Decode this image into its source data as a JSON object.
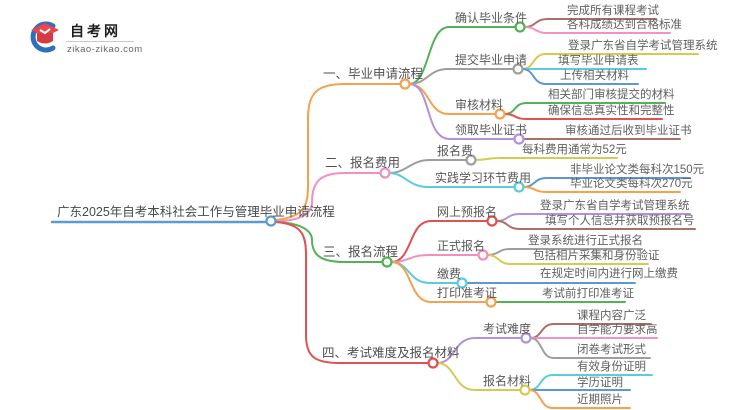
{
  "logo": {
    "title": "自考网",
    "domain": "zikao-zikao.com"
  },
  "root": {
    "label": "广东2025年自考本科社会工作与管理毕业申请流程",
    "color": "#5B9BD5"
  },
  "palette": {
    "orange": "#F5A14D",
    "pink": "#F08FC0",
    "green": "#53B156",
    "red": "#E05252",
    "gray": "#9E9E9E",
    "cyan": "#5BCBDE",
    "yellow": "#D3CC52",
    "purple": "#B292D8",
    "brown": "#AC6F66",
    "blue": "#5E97D8"
  },
  "branches": [
    {
      "label": "一、毕业申请流程",
      "color": "#F5A14D",
      "children": [
        {
          "label": "确认毕业条件",
          "color": "#53B156",
          "children": [
            {
              "label": "完成所有课程考试",
              "color": "#AC6F66"
            },
            {
              "label": "各科成绩达到合格标准",
              "color": "#F291C2"
            }
          ]
        },
        {
          "label": "提交毕业申请",
          "color": "#9E9E9E",
          "children": [
            {
              "label": "登录广东省自学考试管理系统",
              "color": "#D3CC52"
            },
            {
              "label": "填写毕业申请表",
              "color": "#5BCBDE"
            },
            {
              "label": "上传相关材料",
              "color": "#5E97D8"
            }
          ]
        },
        {
          "label": "审核材料",
          "color": "#F5A14D",
          "children": [
            {
              "label": "相关部门审核提交的材料",
              "color": "#53B156"
            },
            {
              "label": "确保信息真实性和完整性",
              "color": "#E05252"
            }
          ]
        },
        {
          "label": "领取毕业证书",
          "color": "#B292D8",
          "children": [
            {
              "label": "审核通过后收到毕业证书",
              "color": "#AC6F66"
            }
          ]
        }
      ]
    },
    {
      "label": "二、报名费用",
      "color": "#F08FC0",
      "children": [
        {
          "label": "报名费",
          "color": "#9E9E9E",
          "children": [
            {
              "label": "每科费用通常为52元",
              "color": "#D3CC52"
            }
          ]
        },
        {
          "label": "实践学习环节费用",
          "color": "#5BCBDE",
          "children": [
            {
              "label": "非毕业论文类每科次150元",
              "color": "#5E97D8"
            },
            {
              "label": "毕业论文类每科次270元",
              "color": "#F5A14D"
            }
          ]
        }
      ]
    },
    {
      "label": "三、报名流程",
      "color": "#53B156",
      "children": [
        {
          "label": "网上预报名",
          "color": "#E05252",
          "children": [
            {
              "label": "登录广东省自学考试管理系统",
              "color": "#B292D8"
            },
            {
              "label": "填写个人信息并获取预报名号",
              "color": "#AC6F66"
            }
          ]
        },
        {
          "label": "正式报名",
          "color": "#F08FC0",
          "children": [
            {
              "label": "登录系统进行正式报名",
              "color": "#9E9E9E"
            },
            {
              "label": "包括相片采集和身份验证",
              "color": "#D3CC52"
            }
          ]
        },
        {
          "label": "缴费",
          "color": "#5BCBDE",
          "children": [
            {
              "label": "在规定时间内进行网上缴费",
              "color": "#5E97D8"
            }
          ]
        },
        {
          "label": "打印准考证",
          "color": "#F5A14D",
          "children": [
            {
              "label": "考试前打印准考证",
              "color": "#53B156"
            }
          ]
        }
      ]
    },
    {
      "label": "四、考试难度及报名材料",
      "color": "#E05252",
      "children": [
        {
          "label": "考试难度",
          "color": "#B292D8",
          "children": [
            {
              "label": "课程内容广泛",
              "color": "#AC6F66"
            },
            {
              "label": "自学能力要求高",
              "color": "#F291C2"
            },
            {
              "label": "闭卷考试形式",
              "color": "#9E9E9E"
            }
          ]
        },
        {
          "label": "报名材料",
          "color": "#D3CC52",
          "children": [
            {
              "label": "有效身份证明",
              "color": "#5BCBDE"
            },
            {
              "label": "学历证明",
              "color": "#5E97D8"
            },
            {
              "label": "近期照片",
              "color": "#F5A14D"
            }
          ]
        }
      ]
    }
  ]
}
